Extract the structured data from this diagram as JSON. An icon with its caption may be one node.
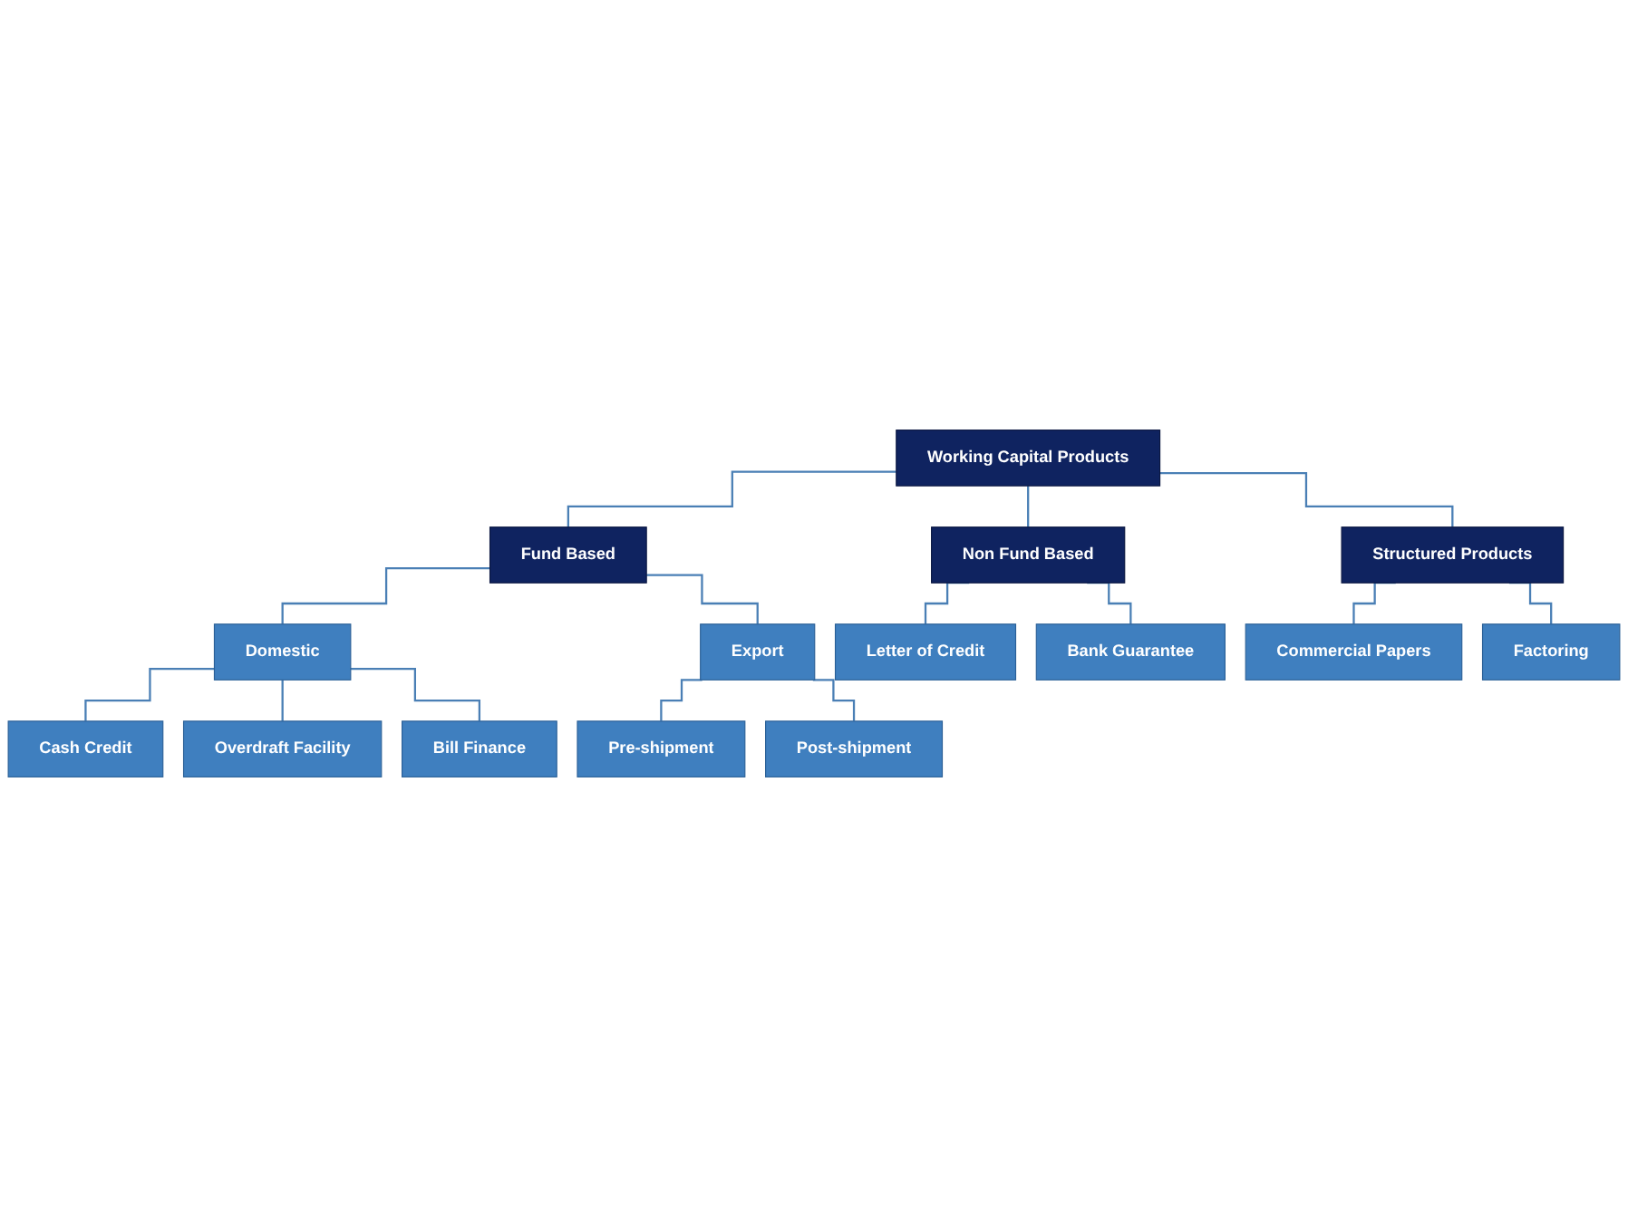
{
  "diagram": {
    "nodes": [
      {
        "text": [
          "Working Capital Products"
        ]
      },
      {
        "text": [
          "Fund Based"
        ]
      },
      {
        "text": [
          "Non Fund Based"
        ]
      },
      {
        "text": [
          "Structured Products"
        ]
      },
      {
        "text": [
          "Domestic"
        ]
      },
      {
        "text": [
          "Export"
        ]
      },
      {
        "text": [
          "Cash Credit"
        ]
      },
      {
        "text": [
          "Overdraft Facility"
        ]
      },
      {
        "text": [
          "Bill Finance"
        ]
      },
      {
        "text": [
          "Pre-shipment"
        ]
      },
      {
        "text": [
          "Post-shipment"
        ]
      },
      {
        "text": [
          "Letter of Credit"
        ]
      },
      {
        "text": [
          "Bank Guarantee"
        ]
      },
      {
        "text": [
          "Commercial Papers"
        ]
      },
      {
        "text": [
          "Factoring"
        ]
      }
    ],
    "edges": [
      {
        "from": 0,
        "to": 1,
        "arrow": "none"
      },
      {
        "from": 0,
        "to": 2,
        "arrow": "none"
      },
      {
        "from": 0,
        "to": 3,
        "arrow": "none"
      },
      {
        "from": 1,
        "to": 4,
        "arrow": "none"
      },
      {
        "from": 1,
        "to": 5,
        "arrow": "none"
      },
      {
        "from": 4,
        "to": 6,
        "arrow": "none"
      },
      {
        "from": 4,
        "to": 7,
        "arrow": "none"
      },
      {
        "from": 4,
        "to": 8,
        "arrow": "none"
      },
      {
        "from": 5,
        "to": 9,
        "arrow": "none"
      },
      {
        "from": 5,
        "to": 10,
        "arrow": "none"
      },
      {
        "from": 2,
        "to": 11,
        "arrow": "none"
      },
      {
        "from": 2,
        "to": 12,
        "arrow": "none"
      },
      {
        "from": 3,
        "to": 13,
        "arrow": "none"
      },
      {
        "from": 3,
        "to": 14,
        "arrow": "none"
      }
    ]
  }
}
